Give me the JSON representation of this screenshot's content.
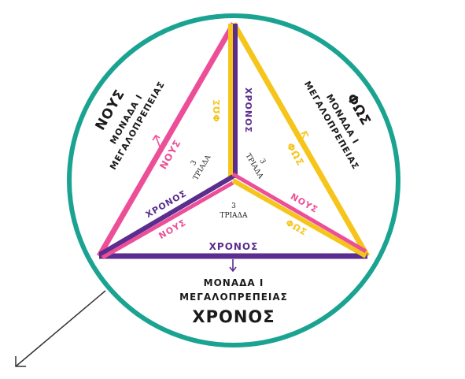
{
  "colors": {
    "ring": "#1aa391",
    "pink": "#ec4f98",
    "purple": "#5b2d8e",
    "yellow": "#f6c51b",
    "text": "#1a1a1a",
    "arrow": "#333333"
  },
  "outer": {
    "left": {
      "line1": "ΜΟΝΑΔΑ Ι",
      "line2": "ΜΕΓΑΛΟΠΡΕΠΕΙΑΣ",
      "line3": "ΝΟΥΣ"
    },
    "right": {
      "line1": "ΜΟΝΑΔΑ Ι",
      "line2": "ΜΕΓΑΛΟΠΡΕΠΕΙΑΣ",
      "line3": "ΦΩΣ"
    },
    "bottom": {
      "line1": "ΜΟΝΑΔΑ Ι",
      "line2": "ΜΕΓΑΛΟΠΡΕΠΕΙΑΣ",
      "line3": "ΧΡΟΝΟΣ"
    }
  },
  "edges": {
    "left": "ΝΟΥΣ",
    "right": "ΦΩΣ",
    "bottom": "ΧΡΟΝΟΣ"
  },
  "inner": {
    "vertical_left": "ΦΩΣ",
    "vertical_right": "ΧΡΟΝΟΣ",
    "left_upper": "ΝΟΥΣ",
    "left_lower_a": "ΧΡΟΝΟΣ",
    "left_lower_b": "ΝΟΥΣ",
    "right_upper": "ΦΩΣ",
    "right_lower_a": "ΝΟΥΣ",
    "right_lower_b": "ΦΩΣ"
  },
  "triads": {
    "left": {
      "num": "3",
      "label": "ΤΡΙΑΔΑ"
    },
    "right": {
      "num": "3",
      "label": "ΤΡΙΑΔΑ"
    },
    "bottom": {
      "num": "3",
      "label": "ΤΡΙΑΔΑ"
    }
  }
}
